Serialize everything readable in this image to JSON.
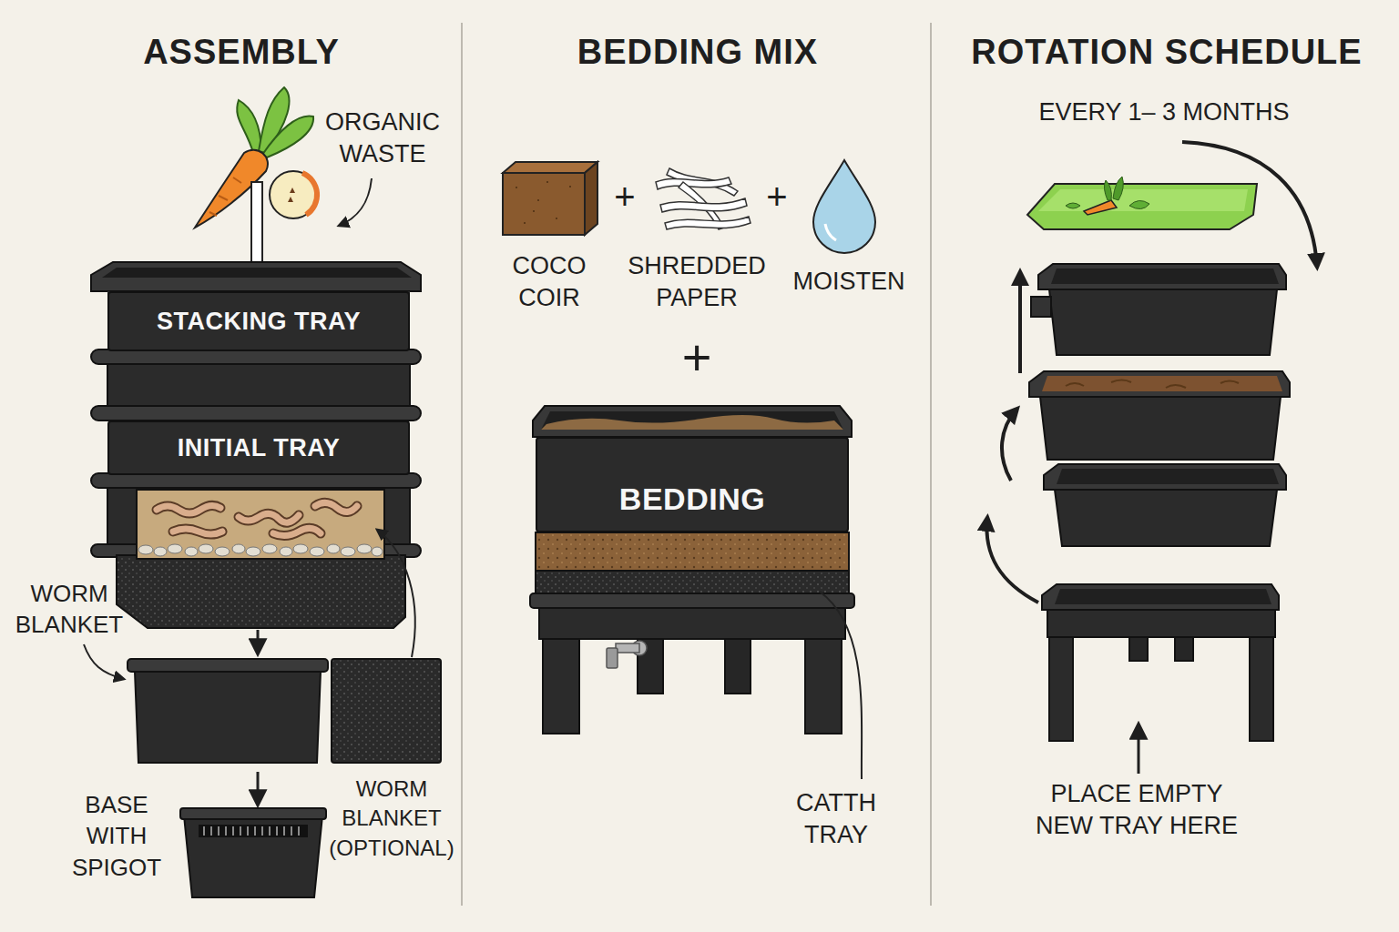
{
  "diagram": {
    "nodes": [
      {
        "text": [
          "STACKING TRAY"
        ]
      },
      {
        "text": [
          "INITIAL TRAY"
        ]
      },
      {
        "text": [
          "BEDDING"
        ]
      }
    ],
    "labels": [
      "ASSEMBLY",
      "ORGANIC WASTE",
      "WORM BLANKET",
      "BASE WITH SPIGOT",
      "WORM BLANKET (OPTIONAL)",
      "BEDDING MIX",
      "+",
      "+",
      "COCO COIR",
      "SHREDDED PAPER",
      "MOISTEN",
      "+",
      "CATTH TRAY",
      "ROTATION SCHEDULE",
      "EVERY 1– 3 MONTHS",
      "PLACE EMPTY NEW TRAY HERE"
    ]
  }
}
